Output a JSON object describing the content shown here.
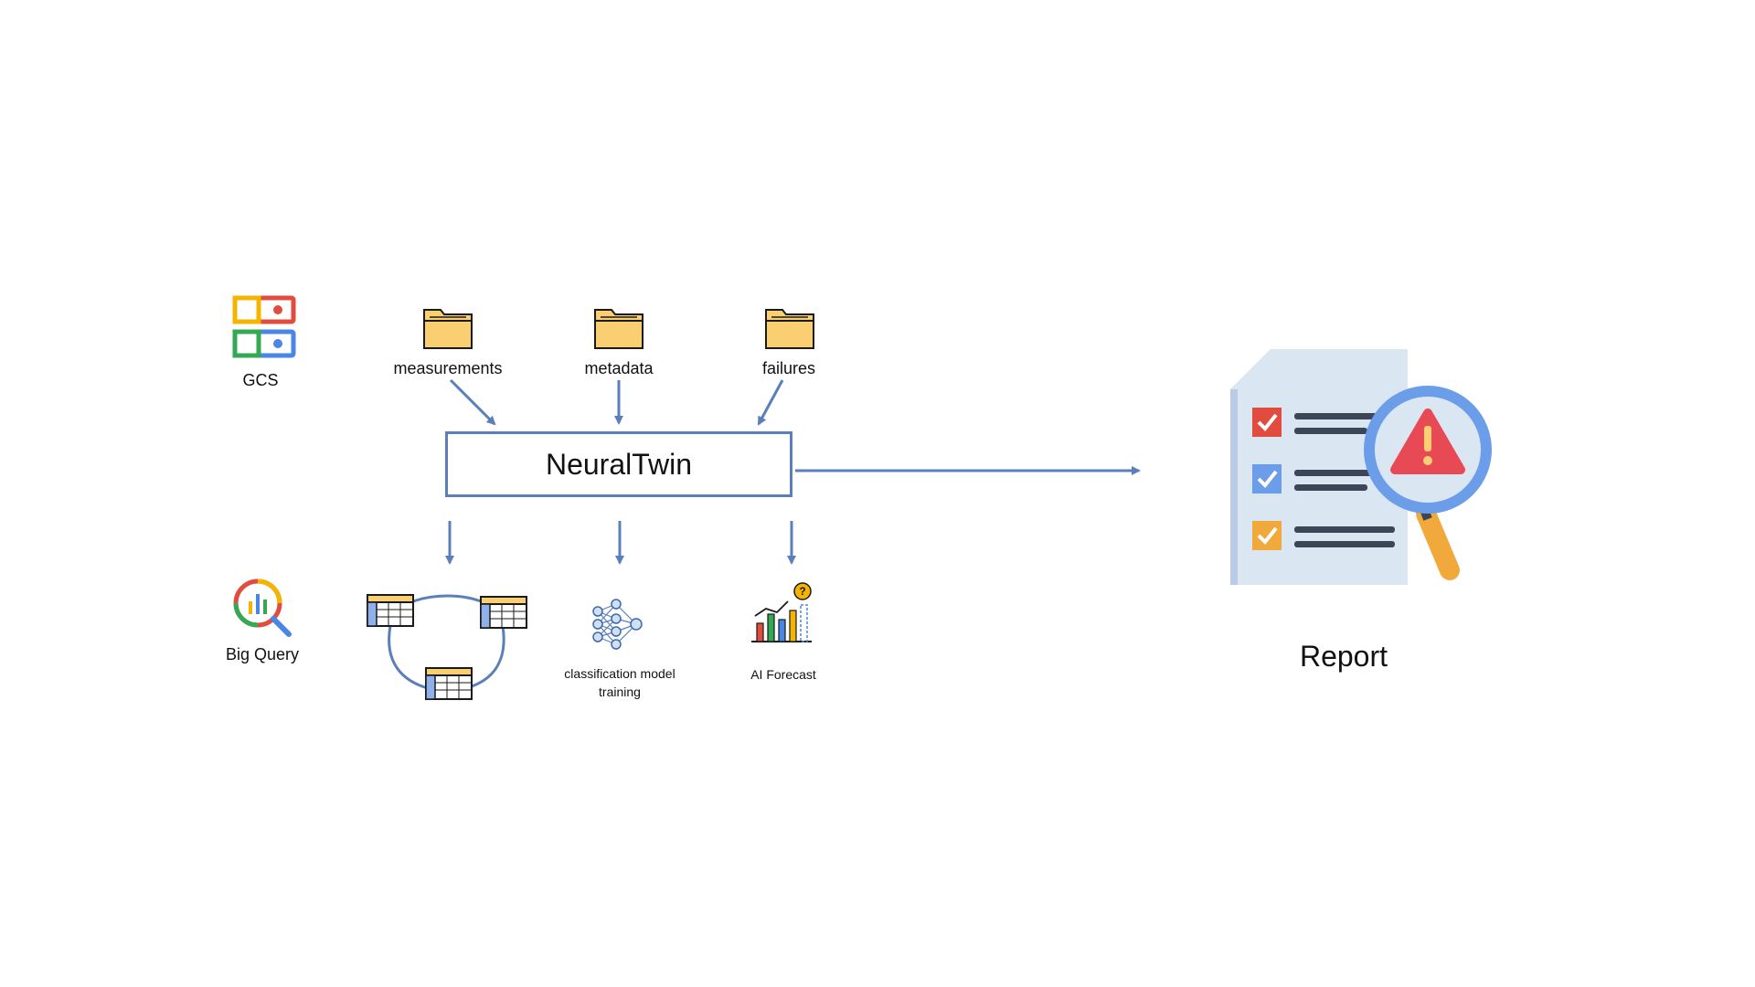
{
  "storage": {
    "gcs_label": "GCS",
    "bigquery_label": "Big Query"
  },
  "inputs": [
    {
      "label": "measurements",
      "icon": "folder-icon"
    },
    {
      "label": "metadata",
      "icon": "folder-icon"
    },
    {
      "label": "failures",
      "icon": "folder-icon"
    }
  ],
  "engine": {
    "title": "NeuralTwin"
  },
  "outputs": {
    "tables_icon": "joined-tables-icon",
    "model_label": "classification model training",
    "forecast_label": "AI Forecast"
  },
  "report": {
    "label": "Report",
    "icon": "report-warning-icon"
  },
  "colors": {
    "arrow": "#5b7fb8",
    "folder": "#f9cf72",
    "folder_outline": "#1a1a1a",
    "gcs_red": "#e24c3f",
    "gcs_blue": "#4a86e8",
    "gcs_yellow": "#f4b400",
    "gcs_green": "#34a853",
    "alert_red": "#e84a55"
  }
}
